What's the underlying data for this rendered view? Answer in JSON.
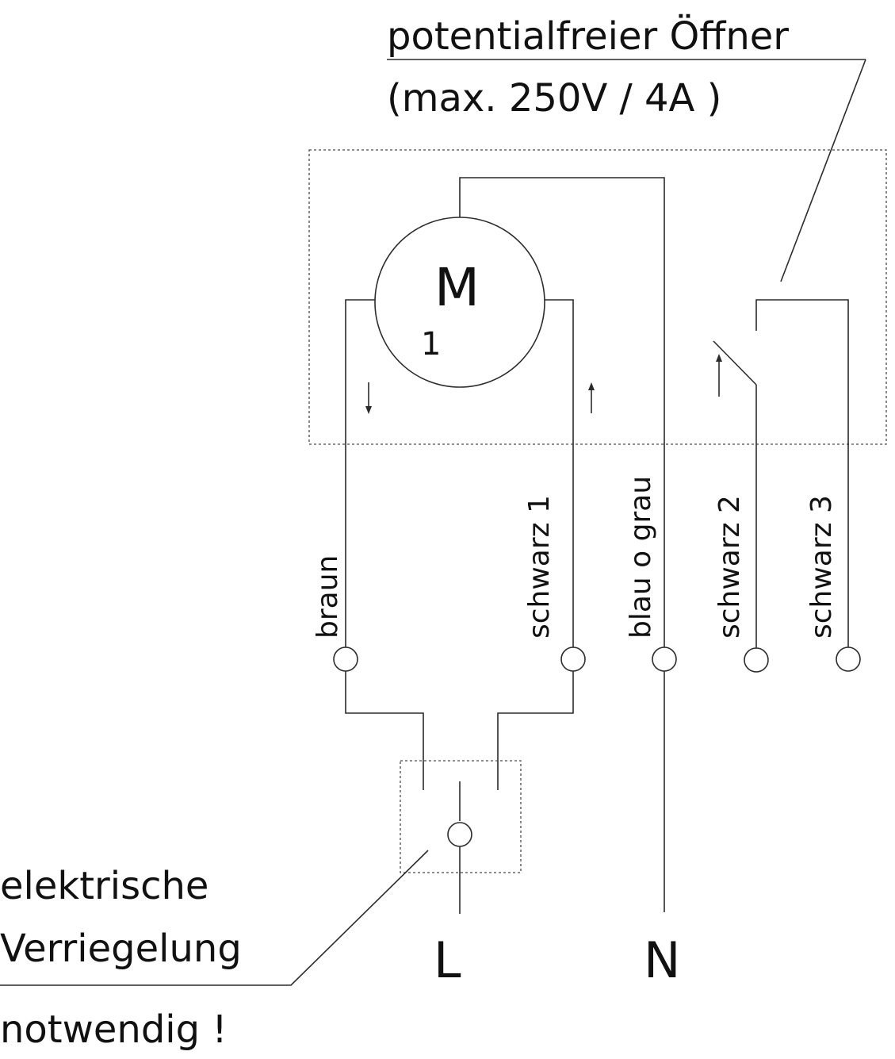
{
  "notes": {
    "contact_title": "potentialfreier Öffner",
    "contact_rating": "(max. 250V / 4A )",
    "interlock_line1": "elektrische",
    "interlock_line2": "Verriegelung",
    "interlock_line3": "notwendig !"
  },
  "motor": {
    "symbol": "M",
    "phase": "1"
  },
  "wires": {
    "braun": "braun",
    "schwarz1": "schwarz  1",
    "blau": "blau o grau",
    "schwarz2": "schwarz  2",
    "schwarz3": "schwarz  3"
  },
  "supply": {
    "line": "L",
    "neutral": "N"
  }
}
